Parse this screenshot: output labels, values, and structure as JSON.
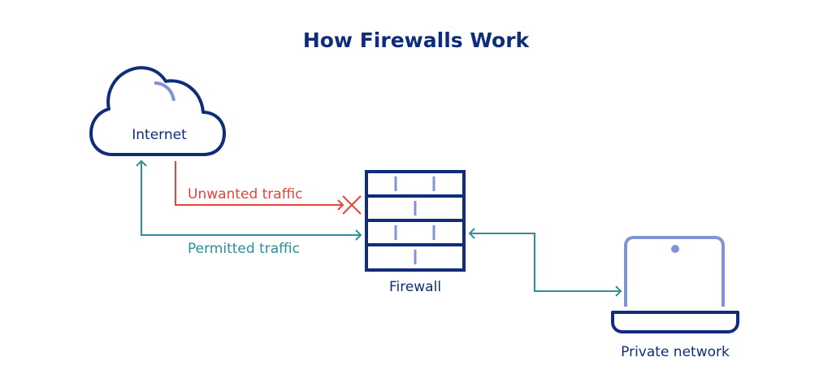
{
  "title": "How Firewalls Work",
  "nodes": {
    "internet": {
      "label": "Internet",
      "icon": "cloud-icon"
    },
    "firewall": {
      "label": "Firewall",
      "icon": "brick-wall-icon"
    },
    "private_network": {
      "label": "Private network",
      "icon": "laptop-icon"
    }
  },
  "flows": {
    "unwanted": {
      "label": "Unwanted traffic",
      "status": "blocked",
      "icon": "x-block-icon"
    },
    "permitted": {
      "label": "Permitted traffic",
      "status": "allowed"
    },
    "private_link": {
      "label": "",
      "status": "bidirectional"
    }
  },
  "colors": {
    "primary_dark": "#0f2d7a",
    "accent_light": "#8094d4",
    "blocked_red": "#e8423a",
    "permitted_teal": "#2c8f9a",
    "background": "#ffffff"
  }
}
